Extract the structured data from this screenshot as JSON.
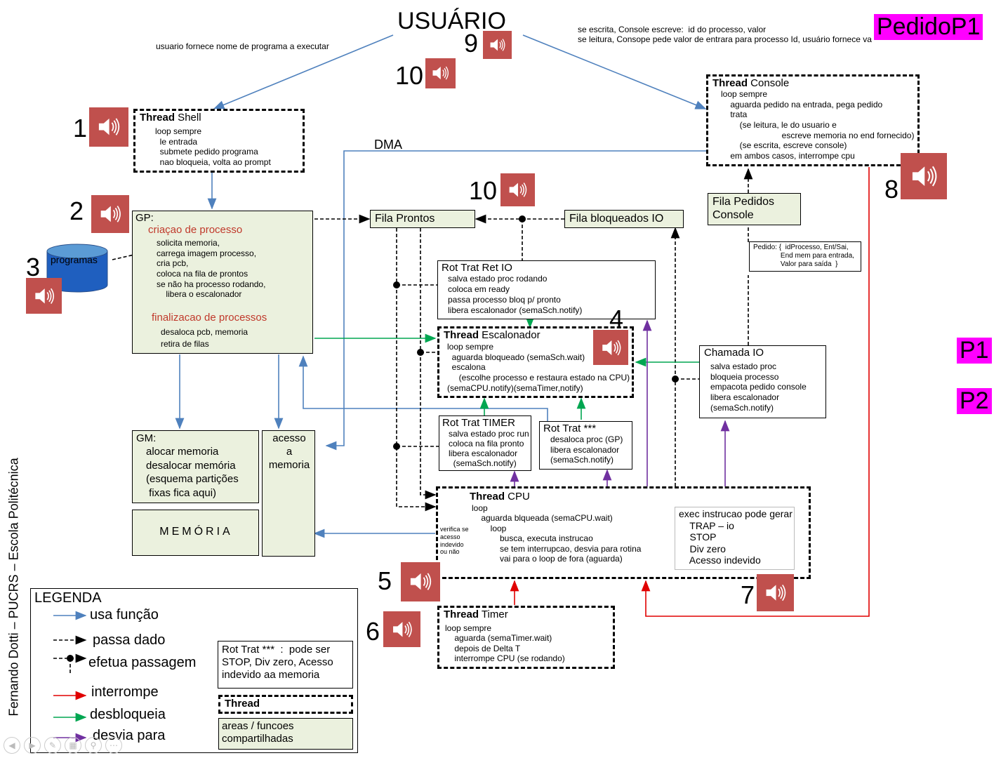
{
  "title": "USUÁRIO",
  "notes": {
    "user_note": "usuario fornece nome de programa a executar",
    "console_note_1": "se escrita, Console escreve:  id do processo, valor",
    "console_note_2": "se leitura, Consope pede valor de entrara para processo Id, usuário fornece va",
    "dma": "DMA",
    "pedido_detail": "Pedido: {  idProcesso, Ent/Sai,\n              End mem para entrada,\n              Valor para saída  }"
  },
  "tags": {
    "pedido_p1": "PedidoP1",
    "p1": "P1",
    "p2": "P2"
  },
  "numbers": [
    "1",
    "2",
    "3",
    "4",
    "5",
    "6",
    "7",
    "8",
    "9",
    "10",
    "10"
  ],
  "boxes": {
    "shell": {
      "kw": "Thread",
      "name": " Shell",
      "body": "loop sempre\n  le entrada\n  submete pedido programa\n  nao bloqueia, volta ao prompt"
    },
    "gp": {
      "head": "GP:",
      "sec1": "criaçao de processo",
      "body1": "solicita memoria,\ncarrega imagem processo,\ncria pcb,\ncoloca na fila de prontos\nse não ha processo rodando,\n    libera o escalonador",
      "sec2": "finalizacao de processos",
      "body2": "desaloca pcb, memoria\nretira de filas"
    },
    "programas": "programas",
    "fila_prontos": "Fila Prontos",
    "fila_bloq": "Fila bloqueados IO",
    "fila_pedidos": "Fila Pedidos\nConsole",
    "console": {
      "kw": "Thread",
      "name": " Console",
      "body": "loop sempre\n    aguarda pedido na entrada, pega pedido\n    trata\n        (se leitura, le do usuario e\n                          escreve memoria no end fornecido)\n        (se escrita, escreve console)\n    em ambos casos, interrompe cpu"
    },
    "ret_io": {
      "head": "Rot Trat Ret IO",
      "body": "salva estado proc rodando\ncoloca em ready\npassa processo bloq p/ pronto\nlibera escalonador (semaSch.notify)"
    },
    "escalonador": {
      "kw": "Thread",
      "name": " Escalonador",
      "body": "loop sempre\n  aguarda bloqueado (semaSch.wait)\n  escalona\n     (escolhe processo e restaura estado na CPU)\n(semaCPU.notify)(semaTimer,notify)"
    },
    "chamada_io": {
      "head": "Chamada IO",
      "body": "salva estado proc\nbloqueia processo\nempacota pedido console\nlibera escalonador\n(semaSch.notify)"
    },
    "gm": {
      "head": "GM:",
      "body": "alocar memoria\ndesalocar memória\n(esquema partições\n fixas fica aqui)"
    },
    "acesso": "acesso\na\nmemoria",
    "memoria": "MEMÓRIA",
    "timer_rot": {
      "head": "Rot Trat TIMER",
      "body": "salva estado proc run\ncoloca na fila pronto\nlibera escalonador\n  (semaSch.notify)"
    },
    "rot_star": {
      "head": "Rot Trat ***",
      "body": "desaloca proc (GP)\nlibera escalonador\n(semaSch.notify)"
    },
    "cpu": {
      "kw": "Thread",
      "name": " CPU",
      "body": "loop\n    aguarda blqueada (semaCPU.wait)\n        loop\n            busca, executa instrucao\n            se tem interrupcao, desvia para rotina\n            vai para o loop de fora (aguarda)",
      "side": "verifica se\nacesso\nindevido\nou não"
    },
    "exec": "exec instrucao pode gerar\n    TRAP – io\n    STOP\n    Div zero\n    Acesso indevido",
    "timer_thread": {
      "kw": "Thread",
      "name": " Timer",
      "body": "loop sempre\n    aguarda (semaTimer.wait)\n    depois de Delta T\n    interrompe CPU (se rodando)"
    }
  },
  "legend": {
    "title": "LEGENDA",
    "items": [
      "usa função",
      "passa dado",
      "efetua passagem",
      "interrompe",
      "desbloqueia",
      "desvia para"
    ],
    "star_note": "Rot Trat ***  :  pode ser\nSTOP, Div zero, Acesso\nindevido aa memoria",
    "thread_label": "Thread",
    "shared_label": "areas / funcoes\ncompartilhadas"
  },
  "author": "Fernando Dotti – PUCRS – Escola Politécnica",
  "colors": {
    "blue": "#4f81bd",
    "green": "#00a651",
    "red": "#e00000",
    "purple": "#7030a0",
    "speaker": "#c0504d",
    "shared": "#ebf1de",
    "magenta": "#ff00ff"
  }
}
